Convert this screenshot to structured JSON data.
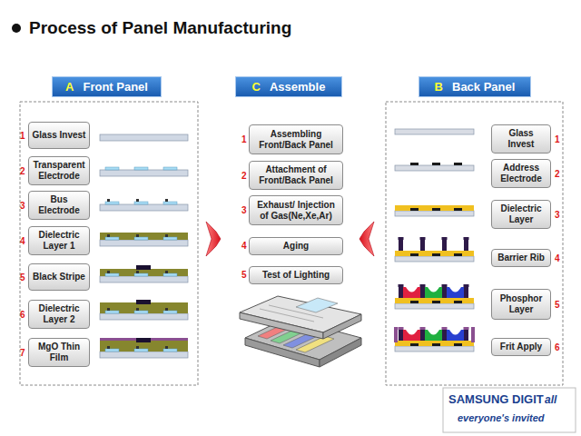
{
  "diagram": {
    "title": "Process of Panel Manufacturing",
    "nodes": [
      {
        "text": [
          "A",
          "Front Panel"
        ]
      },
      {
        "text": [
          "Glass Invest"
        ]
      },
      {
        "text": [
          "Transparent Electrode"
        ]
      },
      {
        "text": [
          "Bus Electrode"
        ]
      },
      {
        "text": [
          "Dielectric Layer 1"
        ]
      },
      {
        "text": [
          "Black Stripe"
        ]
      },
      {
        "text": [
          "Dielectric Layer 2"
        ]
      },
      {
        "text": [
          "MgO Thin Film"
        ]
      },
      {
        "text": [
          "C",
          "Assemble"
        ]
      },
      {
        "text": [
          "Assembling Front/Back Panel"
        ]
      },
      {
        "text": [
          "Attachment of Front/Back Panel"
        ]
      },
      {
        "text": [
          "Exhaust/ Injection of Gas(Ne,Xe,Ar)"
        ]
      },
      {
        "text": [
          "Aging"
        ]
      },
      {
        "text": [
          "Test of Lighting"
        ]
      },
      {
        "text": [
          "B",
          "Back Panel"
        ]
      },
      {
        "text": [
          "Glass Invest"
        ]
      },
      {
        "text": [
          "Address Electrode"
        ]
      },
      {
        "text": [
          "Dielectric Layer"
        ]
      },
      {
        "text": [
          "Barrier Rib"
        ]
      },
      {
        "text": [
          "Phosphor Layer"
        ]
      },
      {
        "text": [
          "Frit Apply"
        ]
      }
    ],
    "labels": [
      "1",
      "2",
      "3",
      "4",
      "5",
      "6",
      "7",
      "1",
      "2",
      "3",
      "4",
      "5",
      "1",
      "2",
      "3",
      "4",
      "5",
      "6",
      "SAMSUNG DIGIT",
      "all",
      "everyone's invited"
    ]
  }
}
